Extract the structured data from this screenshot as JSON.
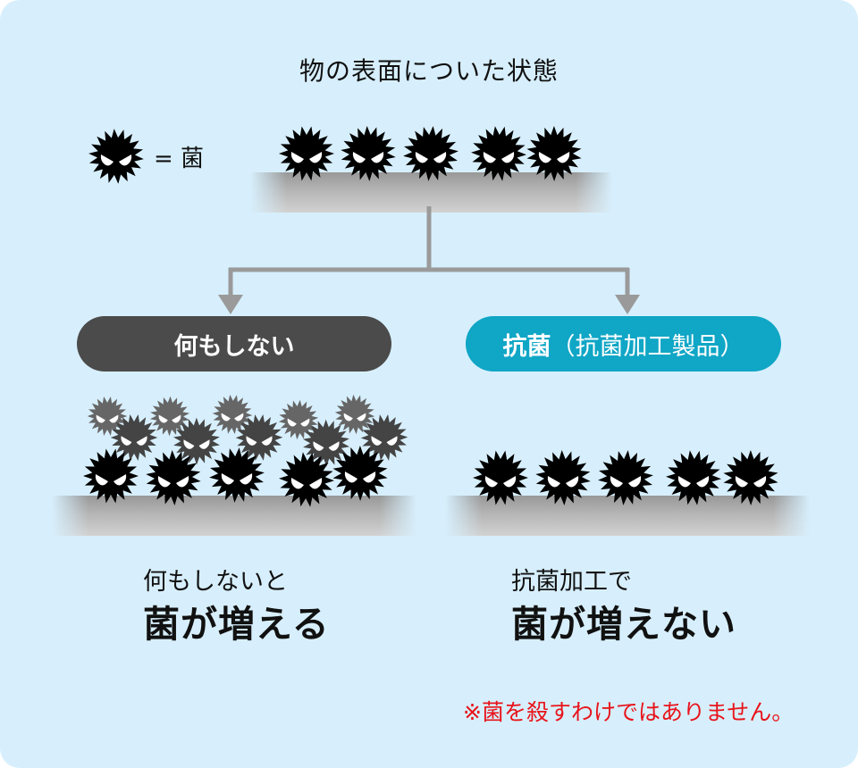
{
  "title": "物の表面についた状態",
  "legend": {
    "icon": "bacteria-icon",
    "label": "= 菌"
  },
  "branches": {
    "left": {
      "label": "何もしない",
      "color": "#4b4b4b"
    },
    "right": {
      "label_bold": "抗菌",
      "label_regular": "（抗菌加工製品）",
      "color": "#10a6c6"
    }
  },
  "results": {
    "left": {
      "sub": "何もしないと",
      "main": "菌が増える"
    },
    "right": {
      "sub": "抗菌加工で",
      "main": "菌が増えない"
    }
  },
  "note": "※菌を殺すわけではありません。",
  "colors": {
    "background": "#d7effc",
    "bacteria_front": "#000000",
    "bacteria_middle": "#444444",
    "bacteria_back": "#666666",
    "arrow": "#9a9a9a",
    "note": "#e8141b"
  },
  "bacteria_counts": {
    "initial_surface": 5,
    "untreated_surface": 15,
    "antibacterial_surface": 5
  }
}
